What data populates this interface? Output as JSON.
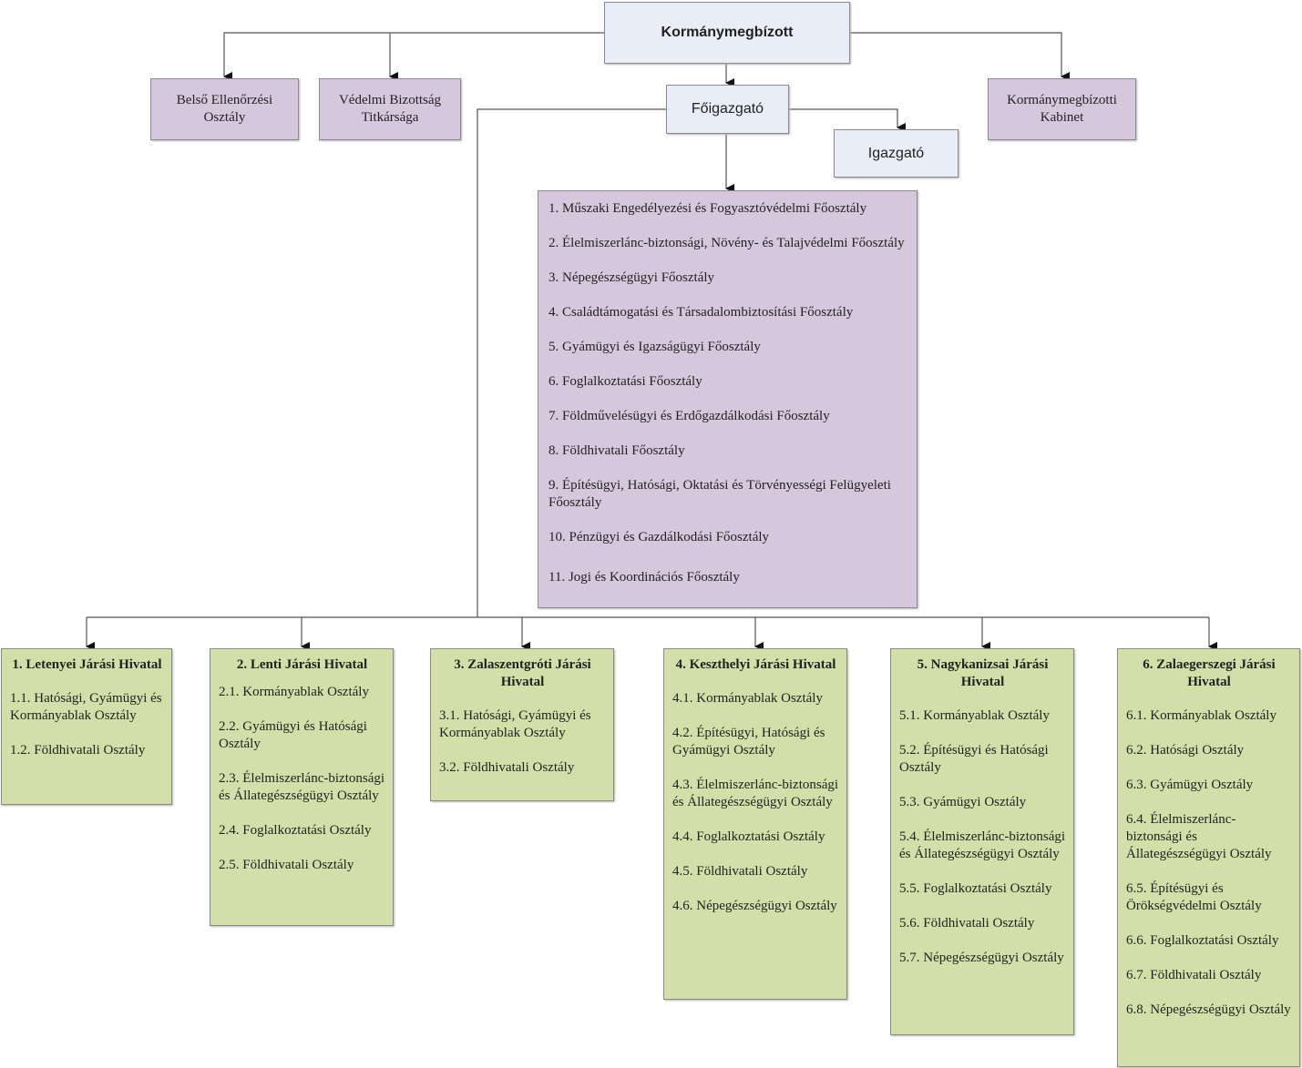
{
  "top": {
    "title": "Kormánymegbízott"
  },
  "staff": {
    "internal_audit": "Belső Ellenőrzési Osztály",
    "defense": "Védelmi Bizottság Titkársága",
    "cabinet": "Kormánymegbízotti Kabinet"
  },
  "director_general": "Főigazgató",
  "director": "Igazgató",
  "main_departments": [
    "1. Műszaki Engedélyezési és Fogyasztóvédelmi Főosztály",
    "2. Élelmiszerlánc-biztonsági, Növény- és Talajvédelmi Főosztály",
    "3. Népegészségügyi Főosztály",
    "4. Családtámogatási és Társadalombiztosítási Főosztály",
    "5. Gyámügyi és Igazságügyi Főosztály",
    "6. Foglalkoztatási Főosztály",
    "7. Földművelésügyi  és Erdőgazdálkodási Főosztály",
    "8. Földhivatali Főosztály",
    "9. Építésügyi, Hatósági, Oktatási és Törvényességi Felügyeleti Főosztály",
    "10. Pénzügyi és Gazdálkodási Főosztály",
    "11. Jogi és Koordinációs Főosztály"
  ],
  "district_offices": [
    {
      "title": "1. Letenyei Járási Hivatal",
      "items": [
        "1.1. Hatósági, Gyámügyi és Kormányablak Osztály",
        "1.2. Földhivatali Osztály"
      ]
    },
    {
      "title": "2. Lenti Járási Hivatal",
      "items": [
        "2.1. Kormányablak Osztály",
        "2.2. Gyámügyi és Hatósági Osztály",
        "2.3. Élelmiszerlánc-biztonsági és Állategészségügyi Osztály",
        "2.4. Foglalkoztatási Osztály",
        "2.5. Földhivatali Osztály"
      ]
    },
    {
      "title": "3. Zalaszentgróti Járási Hivatal",
      "items": [
        "3.1. Hatósági, Gyámügyi és Kormányablak Osztály",
        "3.2. Földhivatali Osztály"
      ]
    },
    {
      "title": "4. Keszthelyi Járási Hivatal",
      "items": [
        "4.1. Kormányablak Osztály",
        "4.2. Építésügyi, Hatósági és Gyámügyi Osztály",
        "4.3. Élelmiszerlánc-biztonsági és Állategészségügyi Osztály",
        "4.4. Foglalkoztatási Osztály",
        "4.5. Földhivatali Osztály",
        "4.6. Népegészségügyi Osztály"
      ]
    },
    {
      "title": "5. Nagykanizsai Járási Hivatal",
      "items": [
        "5.1. Kormányablak Osztály",
        "5.2. Építésügyi és Hatósági Osztály",
        "5.3. Gyámügyi Osztály",
        "5.4. Élelmiszerlánc-biztonsági és Állategészségügyi Osztály",
        "5.5. Foglalkoztatási Osztály",
        "5.6. Földhivatali Osztály",
        "5.7. Népegészségügyi Osztály"
      ]
    },
    {
      "title": "6. Zalaegerszegi Járási Hivatal",
      "items": [
        "6.1. Kormányablak Osztály",
        "6.2. Hatósági Osztály",
        "6.3. Gyámügyi Osztály",
        "6.4. Élelmiszerlánc-biztonsági és Állategészségügyi Osztály",
        "6.5. Építésügyi és Örökségvédelmi  Osztály",
        "6.6. Foglalkoztatási Osztály",
        "6.7. Földhivatali Osztály",
        "6.8. Népegészségügyi Osztály"
      ]
    }
  ],
  "colors": {
    "top_fill": "#e9edf7",
    "staff_fill": "#d6c7dd",
    "district_fill": "#d2dfa8",
    "line": "#555555"
  }
}
